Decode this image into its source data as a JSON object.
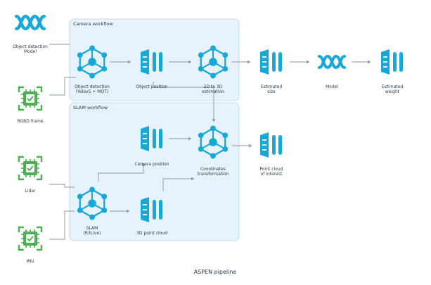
{
  "caption": "ASPEN pipeline",
  "colors": {
    "accent": "#18a8d8",
    "group_fill": "#e6f3fa",
    "group_stroke": "#b7d3e3",
    "edge": "#8a97a3"
  },
  "groups": {
    "camera": "Camera workflow",
    "slam": "SLAM workflow"
  },
  "nodes": {
    "detection_model": {
      "icon": "wave-icon",
      "lines": [
        "Object detection",
        "Model"
      ]
    },
    "rgbd_frame": {
      "icon": "chip-icon",
      "lines": [
        "RGBD frame"
      ]
    },
    "lidar": {
      "icon": "chip-icon",
      "lines": [
        "Lidar"
      ]
    },
    "imu": {
      "icon": "chip-icon",
      "lines": [
        "IMU"
      ]
    },
    "object_detection": {
      "icon": "hub-icon",
      "lines": [
        "Object detection",
        "(Yolov5 + MOT)"
      ]
    },
    "object_position": {
      "icon": "stream-icon",
      "lines": [
        "Object position"
      ]
    },
    "estimation_2d3d": {
      "icon": "hub-icon",
      "lines": [
        "2D to 3D",
        "estimation"
      ]
    },
    "estimated_size": {
      "icon": "stream-icon",
      "lines": [
        "Estimated",
        "size"
      ]
    },
    "model": {
      "icon": "wave-icon",
      "lines": [
        "Model"
      ]
    },
    "estimated_weight": {
      "icon": "stream-icon",
      "lines": [
        "Estimated",
        "weight"
      ]
    },
    "camera_position": {
      "icon": "stream-icon",
      "lines": [
        "Camera position"
      ]
    },
    "coord_transform": {
      "icon": "hub-icon",
      "lines": [
        "Coordinates",
        "transformation"
      ]
    },
    "point_cloud_interest": {
      "icon": "stream-icon",
      "lines": [
        "Point cloud",
        "of interest"
      ]
    },
    "slam": {
      "icon": "hub-icon",
      "lines": [
        "SLAM",
        "(R3Live)"
      ]
    },
    "point_cloud_3d": {
      "icon": "stream-icon",
      "lines": [
        "3D point cloud"
      ]
    }
  }
}
